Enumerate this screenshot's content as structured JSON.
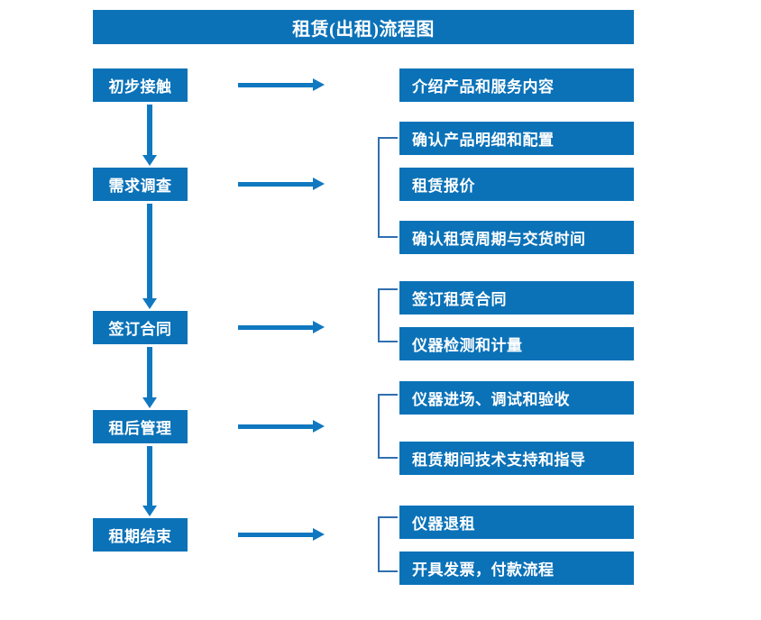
{
  "diagram": {
    "title": "租赁(出租)流程图",
    "colors": {
      "box_blue": "#0b72b8",
      "arrow_blue": "#0f78c0",
      "bracket_blue": "#2f6fb0",
      "text_white": "#ffffff",
      "background": "#ffffff"
    },
    "stages": [
      {
        "label": "初步接触"
      },
      {
        "label": "需求调查"
      },
      {
        "label": "签订合同"
      },
      {
        "label": "租后管理"
      },
      {
        "label": "租期结束"
      }
    ],
    "details": [
      {
        "label": "介绍产品和服务内容"
      },
      {
        "label": "确认产品明细和配置"
      },
      {
        "label": "租赁报价"
      },
      {
        "label": "确认租赁周期与交货时间"
      },
      {
        "label": "签订租赁合同"
      },
      {
        "label": "仪器检测和计量"
      },
      {
        "label": "仪器进场、调试和验收"
      },
      {
        "label": "租赁期间技术支持和指导"
      },
      {
        "label": "仪器退租"
      },
      {
        "label": "开具发票，付款流程"
      }
    ],
    "groups": [
      {
        "name": "requirement-group"
      },
      {
        "name": "contract-group"
      },
      {
        "name": "post-rental-group"
      },
      {
        "name": "end-of-term-group"
      }
    ]
  }
}
